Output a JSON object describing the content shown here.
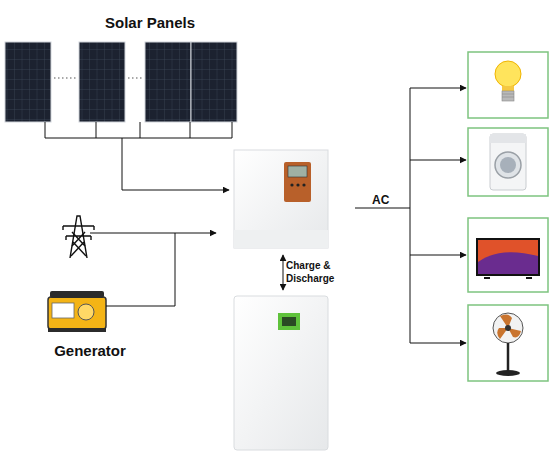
{
  "diagram": {
    "nodes": [
      {
        "text": [
          "Solar Panels"
        ]
      },
      {
        "text": [
          "Generator"
        ]
      }
    ],
    "labels": [
      "Charge & Discharge",
      "AC"
    ]
  }
}
